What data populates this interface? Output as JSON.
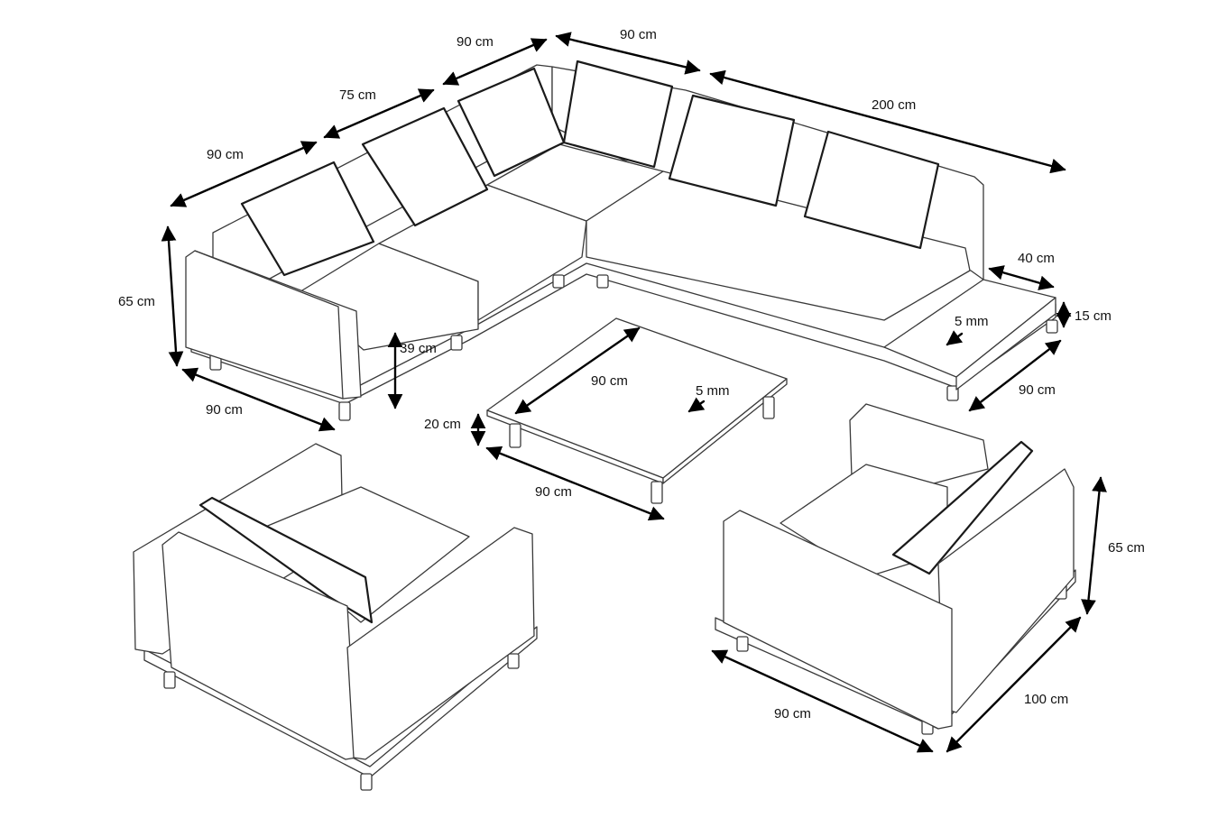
{
  "colors": {
    "line": "#3a3a3a",
    "pillow_edge": "#1a1a1a",
    "dimension": "#000000",
    "background": "#ffffff"
  },
  "dimensions": {
    "sofa_top_left_90": "90 cm",
    "sofa_top_75": "75 cm",
    "sofa_top_90a": "90 cm",
    "sofa_top_90b": "90 cm",
    "sofa_top_200": "200 cm",
    "sofa_height_65": "65 cm",
    "sofa_seat_39": "39 cm",
    "sofa_depth_90": "90 cm",
    "shelf_width_40": "40 cm",
    "shelf_height_15": "15 cm",
    "shelf_glass_5mm": "5 mm",
    "shelf_depth_90": "90 cm",
    "table_top_90": "90 cm",
    "table_glass_5mm": "5 mm",
    "table_height_20": "20 cm",
    "table_side_90": "90 cm",
    "chair_height_65": "65 cm",
    "chair_width_90": "90 cm",
    "chair_depth_100": "100 cm"
  }
}
